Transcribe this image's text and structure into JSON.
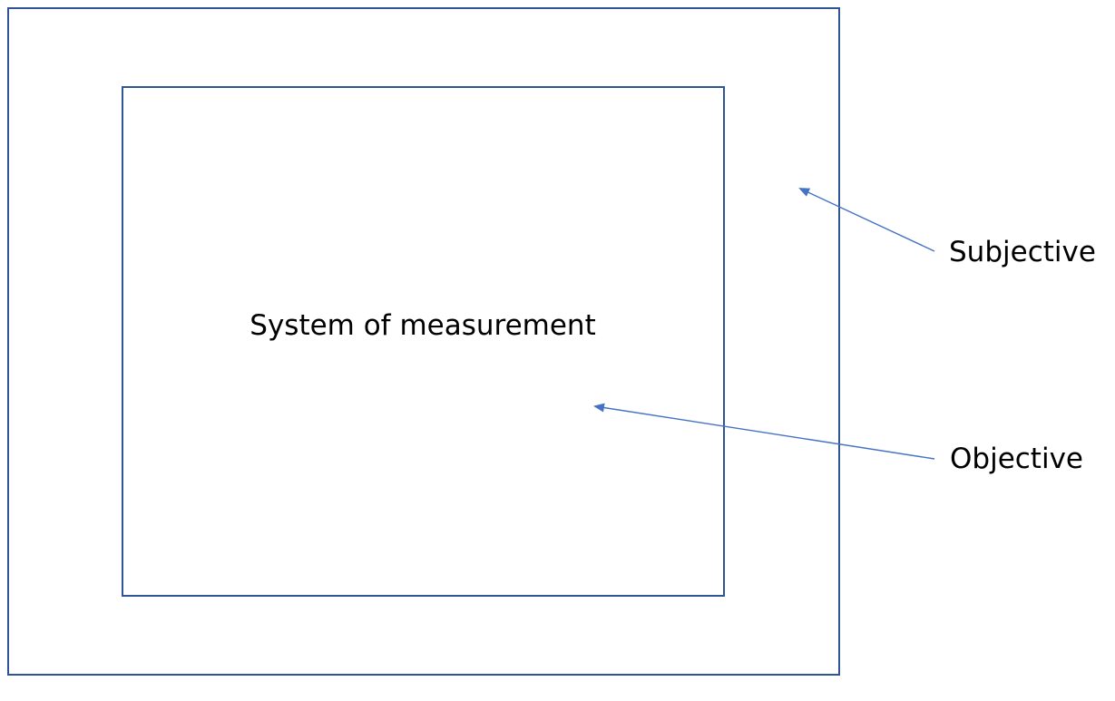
{
  "diagram": {
    "outer_box": {
      "label": ""
    },
    "inner_box": {
      "label": "System of measurement"
    },
    "callouts": {
      "subjective": "Subjective",
      "objective": "Objective"
    },
    "colors": {
      "box_stroke": "#2F5597",
      "arrow": "#4472C4",
      "text": "#000000",
      "background": "#FFFFFF"
    }
  }
}
